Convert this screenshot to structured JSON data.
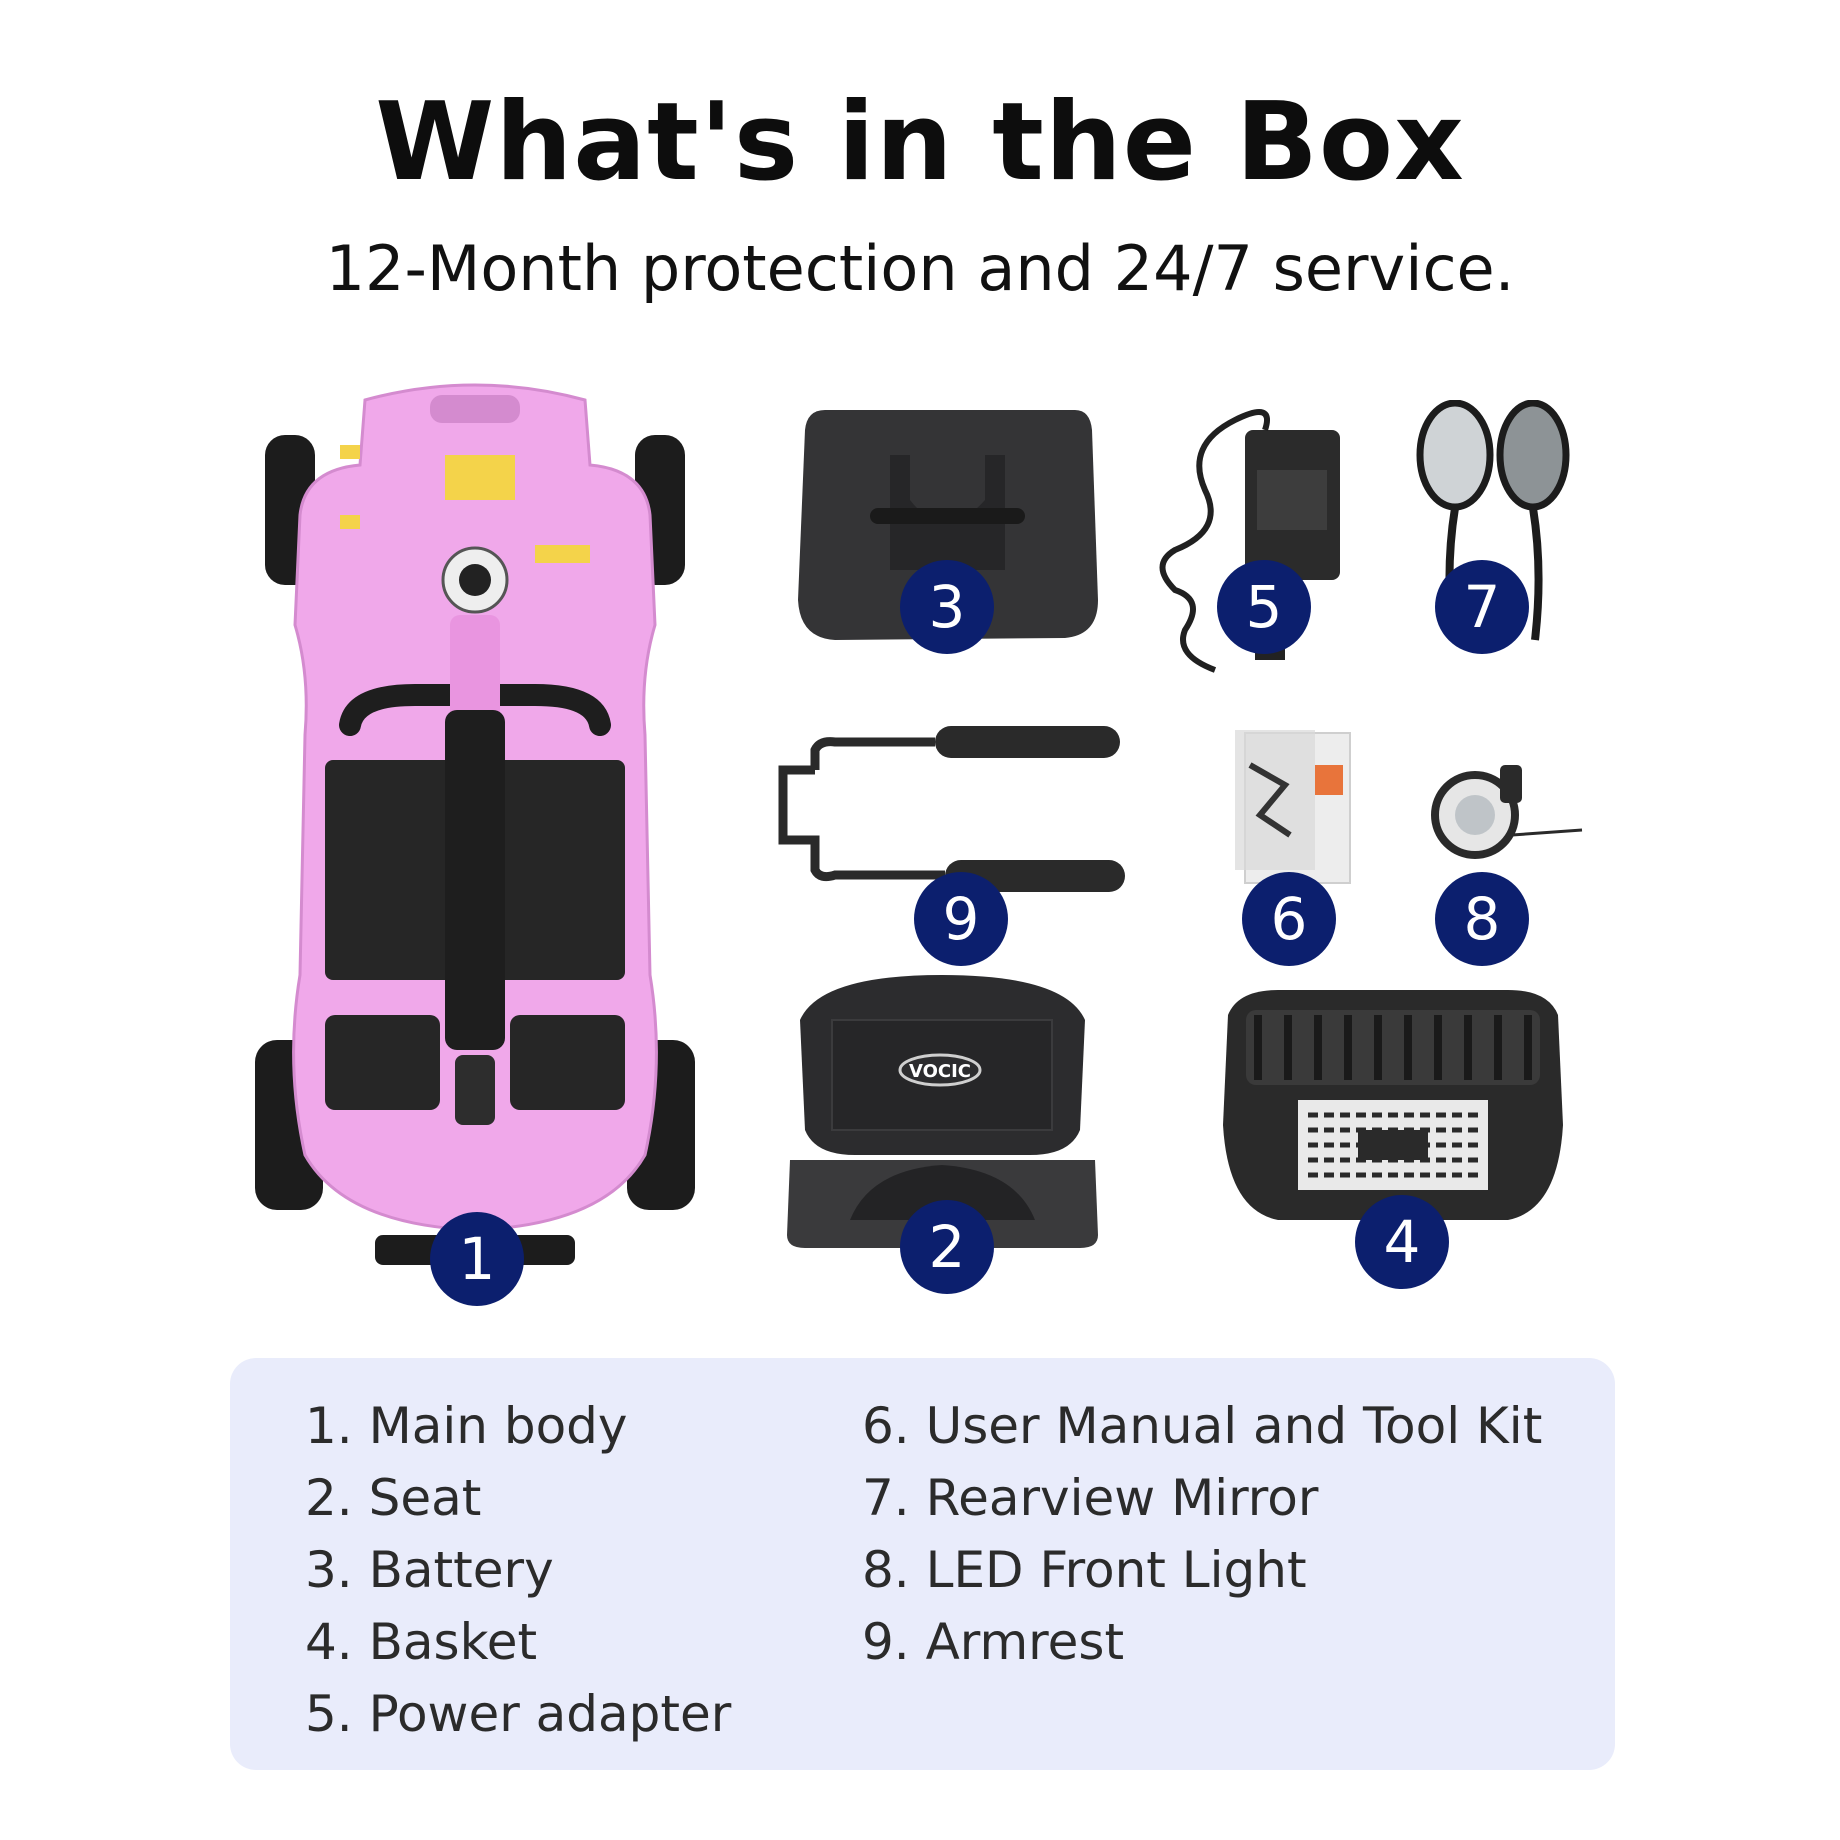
{
  "header": {
    "title": "What's in the Box",
    "subtitle": "12-Month protection and 24/7 service."
  },
  "items": [
    {
      "number": "1",
      "name": "Main body"
    },
    {
      "number": "2",
      "name": "Seat"
    },
    {
      "number": "3",
      "name": "Battery"
    },
    {
      "number": "4",
      "name": "Basket"
    },
    {
      "number": "5",
      "name": "Power adapter"
    },
    {
      "number": "6",
      "name": "User Manual and Tool Kit"
    },
    {
      "number": "7",
      "name": "Rearview Mirror"
    },
    {
      "number": "8",
      "name": "LED Front Light"
    },
    {
      "number": "9",
      "name": "Armrest"
    }
  ],
  "legend": {
    "left": [
      "1. Main body",
      "2. Seat",
      "3. Battery",
      "4. Basket",
      "5. Power adapter"
    ],
    "right": [
      "6. User Manual and Tool Kit",
      "7. Rearview Mirror",
      "8. LED Front Light",
      "9. Armrest"
    ]
  },
  "seat_logo_text": "VOCIC",
  "colors": {
    "badge": "#0c1f6e",
    "legend_bg": "#e9ecfb",
    "scooter_pink": "#f0a8ea",
    "part_dark": "#2e2e30"
  }
}
